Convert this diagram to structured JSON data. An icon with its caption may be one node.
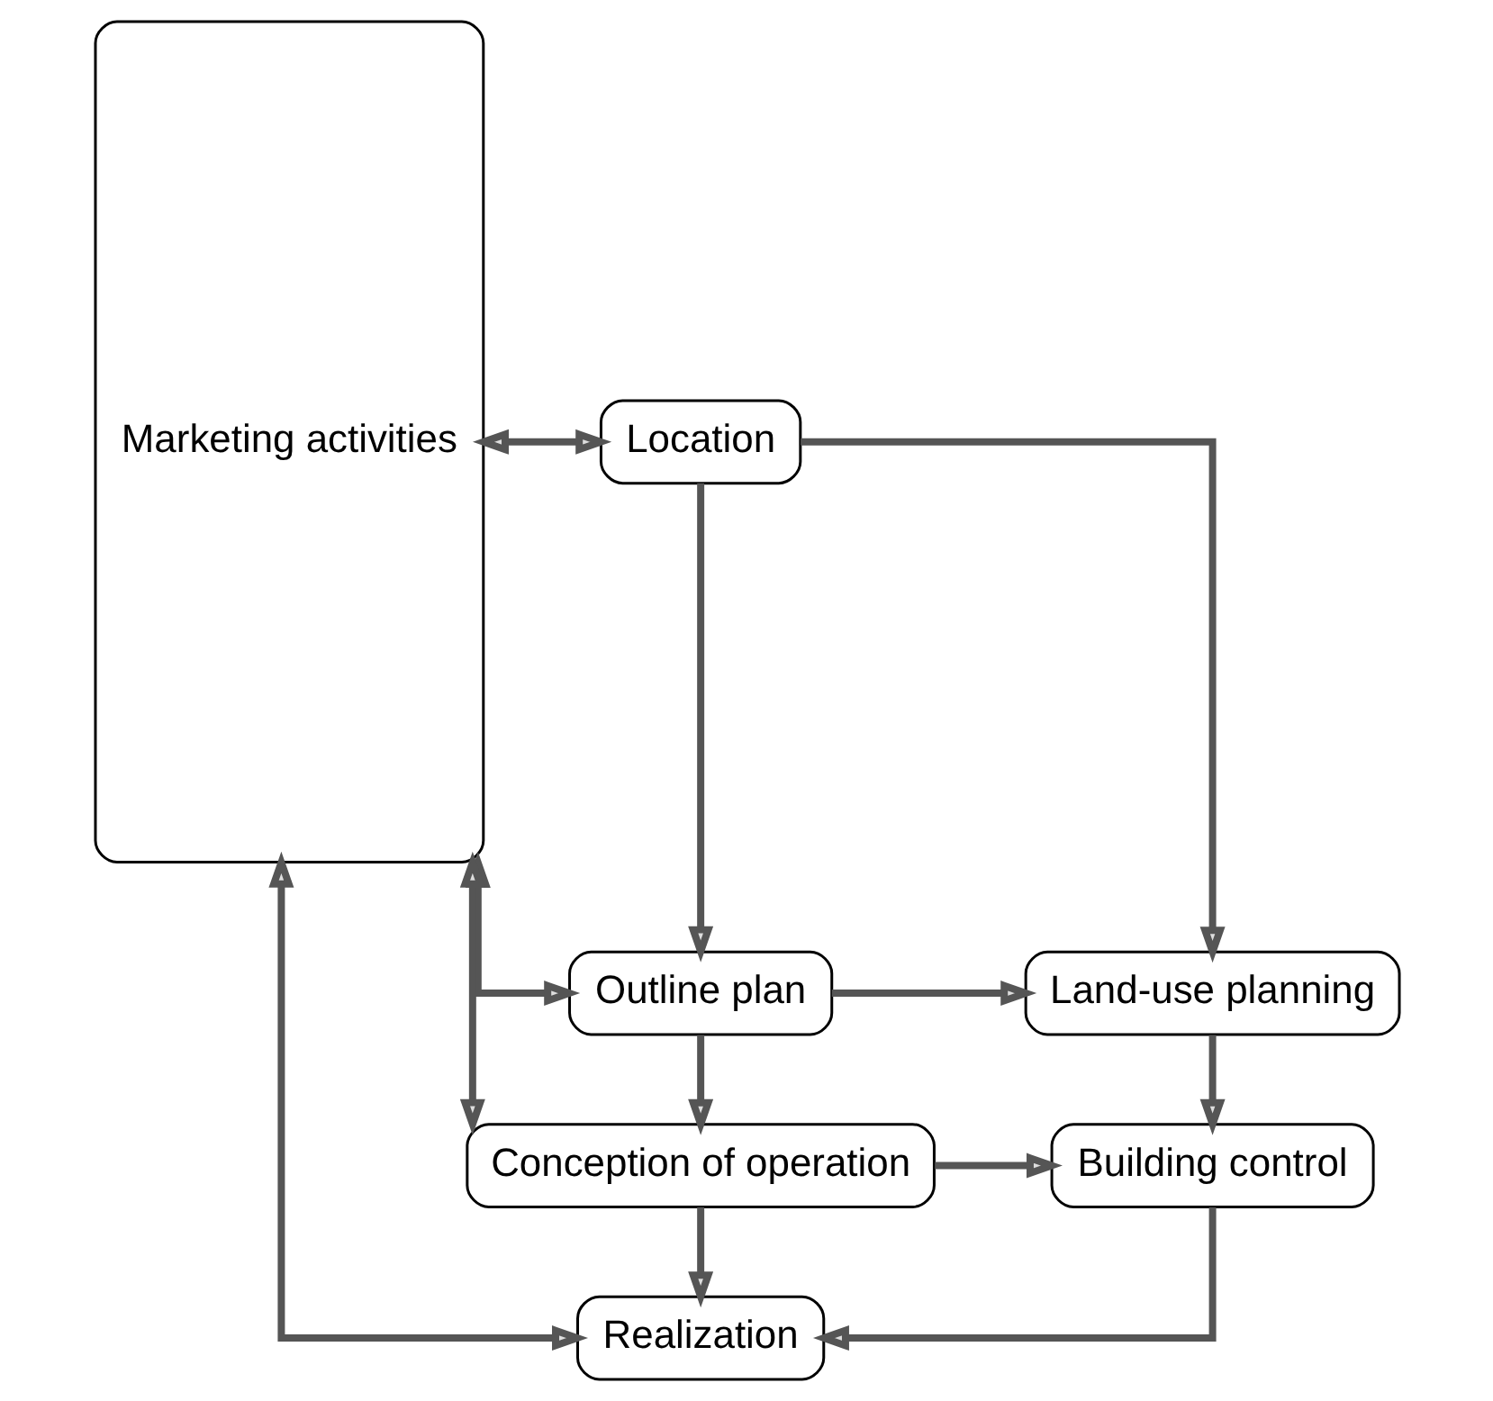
{
  "diagram": {
    "nodes": [
      {
        "text": [
          "Marketing activities"
        ]
      },
      {
        "text": [
          "Location"
        ]
      },
      {
        "text": [
          "Outline plan"
        ]
      },
      {
        "text": [
          "Land-use planning"
        ]
      },
      {
        "text": [
          "Conception of operation"
        ]
      },
      {
        "text": [
          "Building control"
        ]
      },
      {
        "text": [
          "Realization"
        ]
      }
    ],
    "edges": [
      {
        "from": 0,
        "to": 1,
        "arrow": "both"
      },
      {
        "from": 1,
        "to": 2,
        "arrow": "to"
      },
      {
        "from": 1,
        "to": 3,
        "arrow": "to"
      },
      {
        "from": 0,
        "to": 2,
        "arrow": "both"
      },
      {
        "from": 2,
        "to": 3,
        "arrow": "to"
      },
      {
        "from": 2,
        "to": 4,
        "arrow": "to"
      },
      {
        "from": 3,
        "to": 5,
        "arrow": "to"
      },
      {
        "from": 0,
        "to": 4,
        "arrow": "both"
      },
      {
        "from": 4,
        "to": 5,
        "arrow": "to"
      },
      {
        "from": 4,
        "to": 6,
        "arrow": "to"
      },
      {
        "from": 5,
        "to": 6,
        "arrow": "to"
      },
      {
        "from": 0,
        "to": 6,
        "arrow": "both"
      }
    ]
  }
}
